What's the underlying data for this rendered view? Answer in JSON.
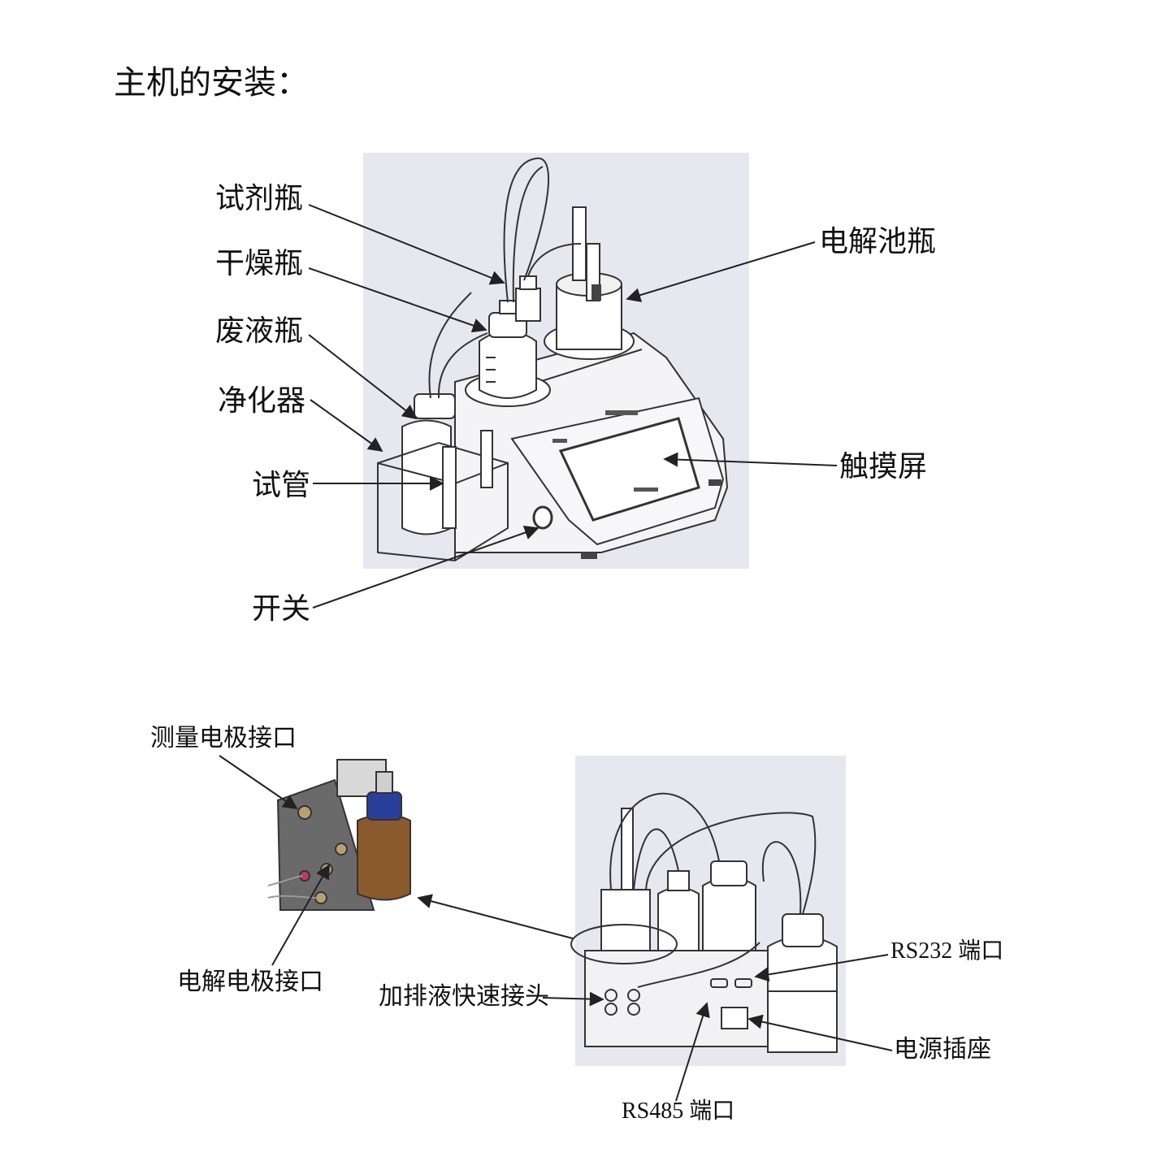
{
  "heading": "主机的安装：",
  "top_labels": {
    "reagent_bottle": "试剂瓶",
    "drying_bottle": "干燥瓶",
    "waste_bottle": "废液瓶",
    "purifier": "净化器",
    "test_tube": "试管",
    "switch": "开关",
    "cell_bottle": "电解池瓶",
    "touch_screen": "触摸屏"
  },
  "bottom_labels": {
    "measure_electrode": "测量电极接口",
    "electrolysis_electrode": "电解电极接口",
    "quick_connector": "加排液快速接头",
    "rs232": "RS232 端口",
    "power_socket": "电源插座",
    "rs485": "RS485 端口"
  },
  "colors": {
    "panel_bg": "#e7e8ef",
    "line": "#333333",
    "amber": "#8a5a2c",
    "cap_blue": "#2a3f9a"
  }
}
